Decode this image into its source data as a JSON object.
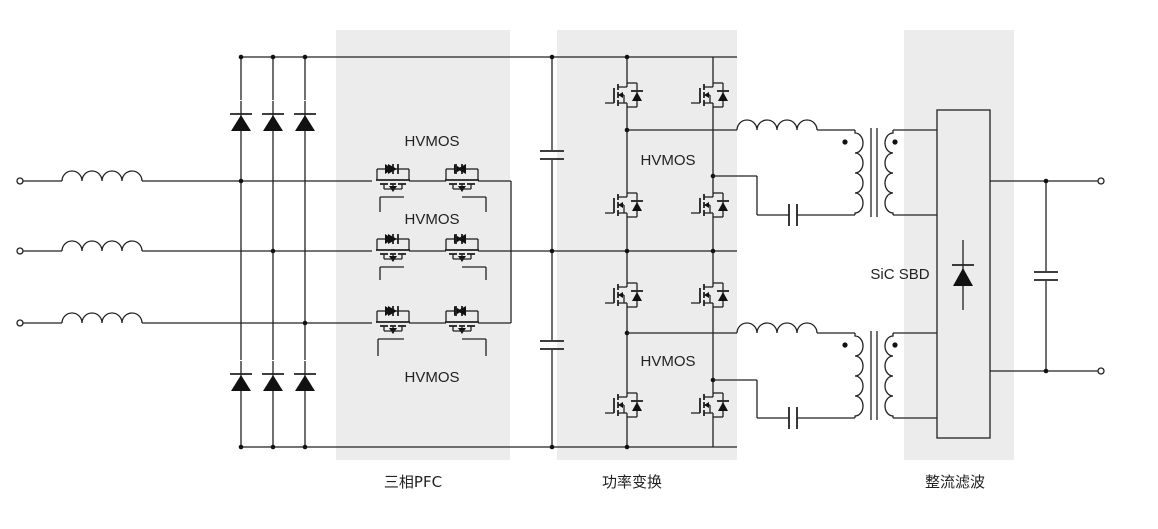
{
  "labels": {
    "hvmos_pfc_top": "HVMOS",
    "hvmos_pfc_mid": "HVMOS",
    "hvmos_pfc_bot": "HVMOS",
    "hvmos_conv_top": "HVMOS",
    "hvmos_conv_bot": "HVMOS",
    "sic_sbd": "SiC SBD"
  },
  "sections": {
    "pfc": "三相PFC",
    "conversion": "功率变换",
    "rectifier": "整流滤波"
  },
  "colors": {
    "band": "#ececec",
    "wire": "#222222"
  }
}
